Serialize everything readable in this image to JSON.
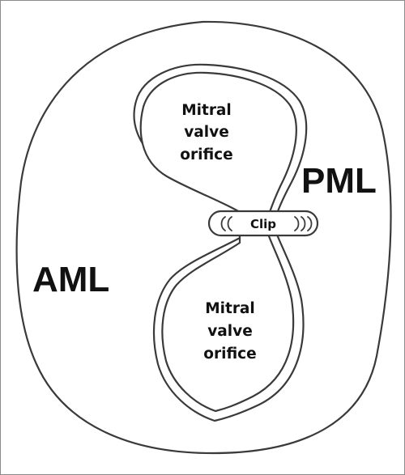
{
  "labels": {
    "aml": "AML",
    "pml": "PML",
    "clip": "Clip",
    "orifice_top": [
      "Mitral",
      "valve",
      "orifice"
    ],
    "orifice_bottom": [
      "Mitral",
      "valve",
      "orifice"
    ]
  }
}
